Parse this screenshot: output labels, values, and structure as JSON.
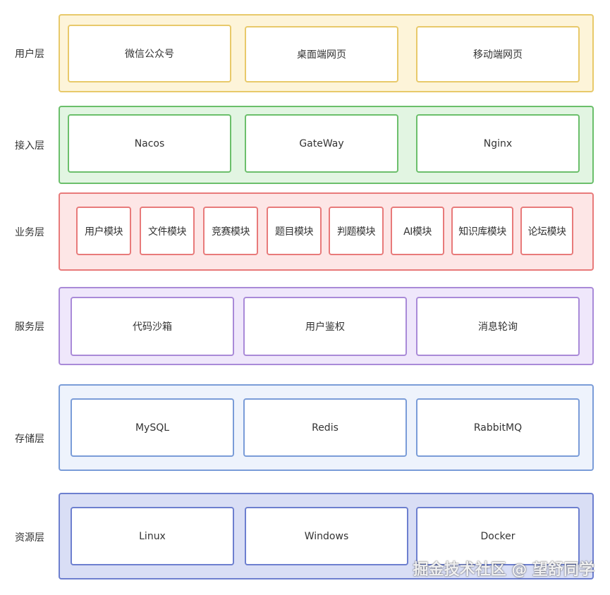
{
  "layers": [
    {
      "label": "用户层",
      "color": {
        "border": "#e8c96a",
        "fill": "#fdf4d9"
      },
      "nodes": [
        "微信公众号",
        "桌面端网页",
        "移动端网页"
      ]
    },
    {
      "label": "接入层",
      "color": {
        "border": "#6bbf6b",
        "fill": "#e2f5e2"
      },
      "nodes": [
        "Nacos",
        "GateWay",
        "Nginx"
      ]
    },
    {
      "label": "业务层",
      "color": {
        "border": "#e87a7a",
        "fill": "#fde6e6"
      },
      "nodes": [
        "用户模块",
        "文件模块",
        "竞赛模块",
        "题目模块",
        "判题模块",
        "AI模块",
        "知识库模块",
        "论坛模块"
      ]
    },
    {
      "label": "服务层",
      "color": {
        "border": "#a98ad8",
        "fill": "#efe7fb"
      },
      "nodes": [
        "代码沙箱",
        "用户鉴权",
        "消息轮询"
      ]
    },
    {
      "label": "存储层",
      "color": {
        "border": "#7a9cd8",
        "fill": "#eef3fc"
      },
      "nodes": [
        "MySQL",
        "Redis",
        "RabbitMQ"
      ]
    },
    {
      "label": "资源层",
      "color": {
        "border": "#6d7fcf",
        "fill": "#d9def5"
      },
      "nodes": [
        "Linux",
        "Windows",
        "Docker"
      ]
    }
  ],
  "watermark": "掘金技术社区 @ 望舒同学"
}
